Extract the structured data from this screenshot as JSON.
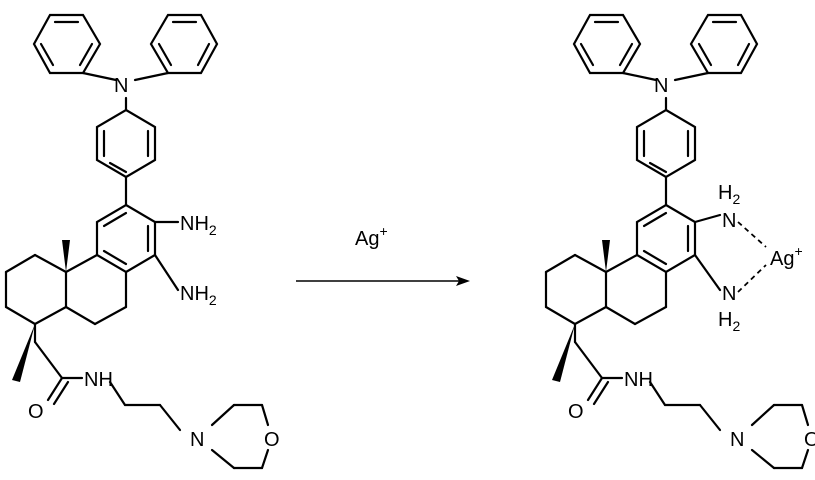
{
  "reagent": {
    "symbol": "Ag",
    "charge": "+"
  },
  "labels": {
    "N": "N",
    "NH": "NH",
    "O": "O",
    "NH2_main": "NH",
    "H2_main": "H",
    "sub2": "2",
    "Ag": "Ag",
    "plus": "+"
  },
  "colors": {
    "ink": "#000000",
    "background": "#ffffff"
  }
}
